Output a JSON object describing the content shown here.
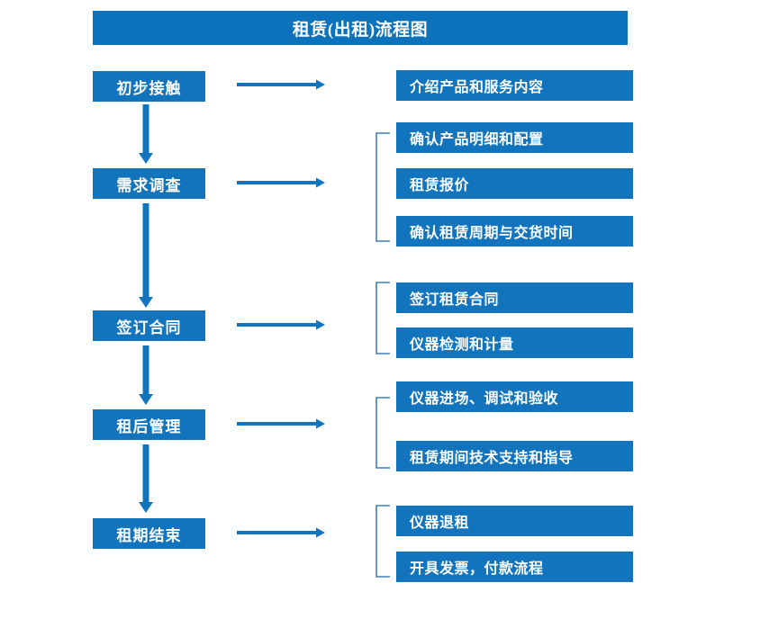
{
  "diagram": {
    "title": "租赁(出租)流程图",
    "colors": {
      "title_bar": "#0C72BC",
      "box": "#1274BD",
      "arrow": "#1274BD",
      "bracket": "#3D7EBE",
      "text": "#FFFFFF",
      "background": "#FFFFFF"
    },
    "stages": [
      {
        "label": "初步接触",
        "details": [
          "介绍产品和服务内容"
        ],
        "has_bracket": false
      },
      {
        "label": "需求调查",
        "details": [
          "确认产品明细和配置",
          "租赁报价",
          "确认租赁周期与交货时间"
        ],
        "has_bracket": true
      },
      {
        "label": "签订合同",
        "details": [
          "签订租赁合同",
          "仪器检测和计量"
        ],
        "has_bracket": true
      },
      {
        "label": "租后管理",
        "details": [
          "仪器进场、调试和验收",
          "租赁期间技术支持和指导"
        ],
        "has_bracket": true
      },
      {
        "label": "租期结束",
        "details": [
          "仪器退租",
          "开具发票，付款流程"
        ],
        "has_bracket": true
      }
    ]
  }
}
